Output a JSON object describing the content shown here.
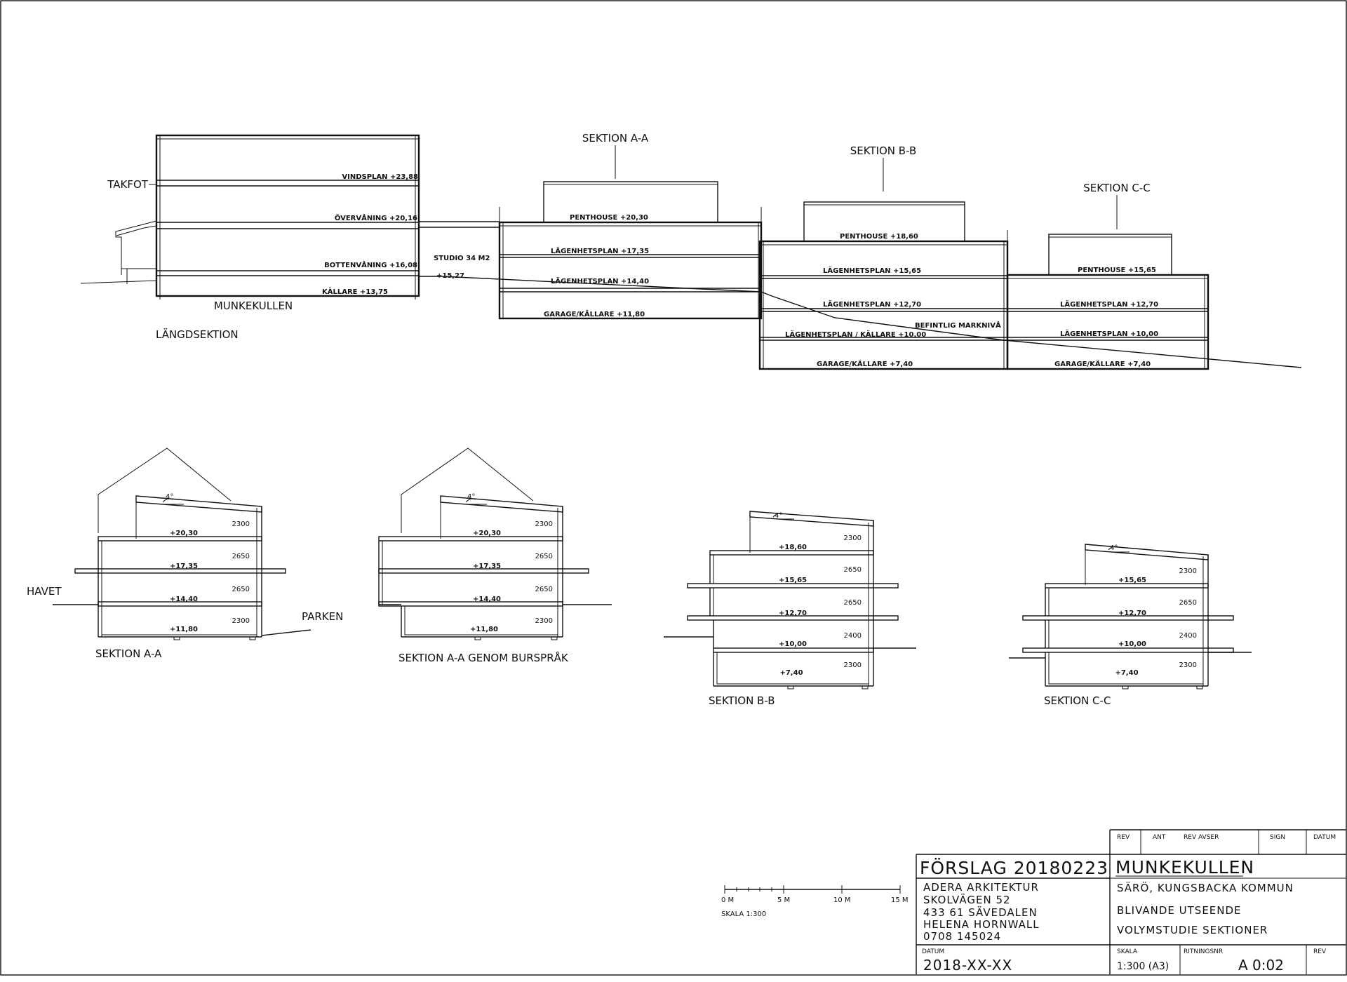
{
  "longitudinal": {
    "title": "LÄNGDSEKTION",
    "site_name": "MUNKEKULLEN",
    "takfot": "TAKFOT",
    "studio": "STUDIO 34 M2",
    "studio_level": "+15,27",
    "existing_ground": "BEFINTLIG MARKNIVÅ",
    "munkekullen_levels": [
      "VINDSPLAN +23,88",
      "ÖVERVÅNING +20,16",
      "BOTTENVÅNING +16,08",
      "KÄLLARE +13,75"
    ],
    "sec_a_title": "SEKTION A-A",
    "sec_a_levels": [
      "PENTHOUSE +20,30",
      "LÄGENHETSPLAN +17,35",
      "LÄGENHETSPLAN +14,40",
      "GARAGE/KÄLLARE +11,80"
    ],
    "sec_b_title": "SEKTION B-B",
    "sec_b_levels": [
      "PENTHOUSE +18,60",
      "LÄGENHETSPLAN +15,65",
      "LÄGENHETSPLAN +12,70",
      "LÄGENHETSPLAN / KÄLLARE +10,00",
      "GARAGE/KÄLLARE +7,40"
    ],
    "sec_c_title": "SEKTION C-C",
    "sec_c_levels": [
      "PENTHOUSE +15,65",
      "LÄGENHETSPLAN +12,70",
      "LÄGENHETSPLAN +10,00",
      "GARAGE/KÄLLARE +7,40"
    ]
  },
  "cross_sections": {
    "havet": "HAVET",
    "parken": "PARKEN",
    "roof_angle": "4°",
    "a": {
      "title": "SEKTION A-A",
      "levels": [
        "+20,30",
        "+17,35",
        "+14,40",
        "+11,80"
      ],
      "heights": [
        "2300",
        "2650",
        "2650",
        "2300"
      ]
    },
    "a2": {
      "title": "SEKTION A-A GENOM BURSPRÅK",
      "levels": [
        "+20,30",
        "+17,35",
        "+14,40",
        "+11,80"
      ],
      "heights": [
        "2300",
        "2650",
        "2650",
        "2300"
      ]
    },
    "b": {
      "title": "SEKTION B-B",
      "levels": [
        "+18,60",
        "+15,65",
        "+12,70",
        "+10,00",
        "+7,40"
      ],
      "heights": [
        "2300",
        "2650",
        "2650",
        "2400",
        "2300"
      ]
    },
    "c": {
      "title": "SEKTION C-C",
      "levels": [
        "+15,65",
        "+12,70",
        "+10,00",
        "+7,40"
      ],
      "heights": [
        "2300",
        "2650",
        "2400",
        "2300"
      ]
    }
  },
  "scale_bar": {
    "ticks": [
      "0 M",
      "5 M",
      "10 M",
      "15 M"
    ],
    "label": "SKALA 1:300"
  },
  "title_block": {
    "rev_headers": [
      "REV",
      "ANT",
      "REV AVSER",
      "SIGN",
      "DATUM"
    ],
    "proposal": "FÖRSLAG 20180223",
    "office": [
      "ADERA ARKITEKTUR",
      "SKOLVÄGEN 52",
      "433 61 SÄVEDALEN",
      "HELENA HORNWALL",
      "0708 145024"
    ],
    "project": "MUNKEKULLEN",
    "location": "SÄRÖ, KUNGSBACKA KOMMUN",
    "line2": "BLIVANDE UTSEENDE",
    "line3": "VOLYMSTUDIE SEKTIONER",
    "datum_label": "DATUM",
    "datum_value": "2018-XX-XX",
    "skala_label": "SKALA",
    "skala_value": "1:300 (A3)",
    "ritningsnr_label": "RITNINGSNR",
    "ritningsnr_value": "A 0:02",
    "rev_label": "REV"
  }
}
